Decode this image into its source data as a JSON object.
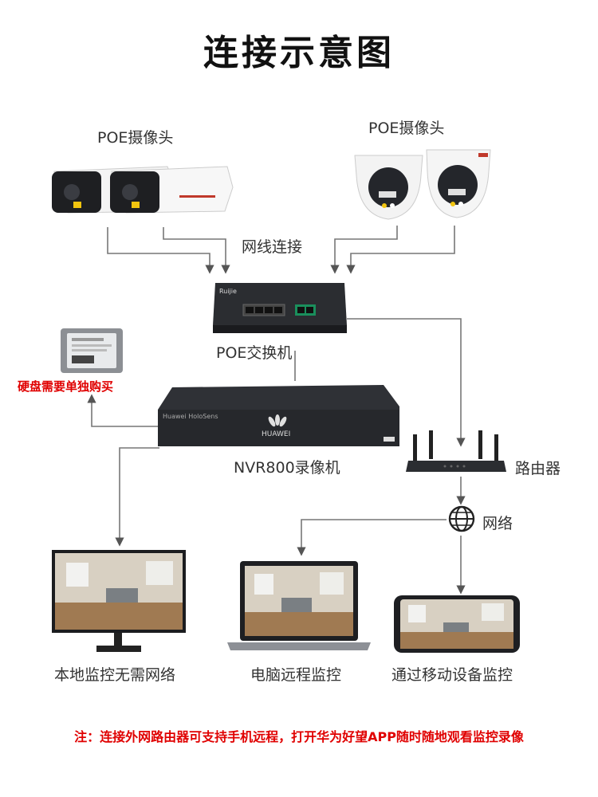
{
  "title": "连接示意图",
  "labels": {
    "poe_camera_left": "POE摄像头",
    "poe_camera_right": "POE摄像头",
    "cable_connection": "网线连接",
    "poe_switch": "POE交换机",
    "hdd_note": "硬盘需要单独购买",
    "nvr": "NVR800录像机",
    "router": "路由器",
    "network": "网络",
    "local_monitor": "本地监控无需网络",
    "pc_monitor": "电脑远程监控",
    "mobile_monitor": "通过移动设备监控"
  },
  "footer_note": "注：连接外网路由器可支持手机远程，打开华为好望APP随时随地观看监控录像",
  "device_text": {
    "switch_brand": "Ruijie",
    "nvr_brand": "Huawei HoloSens",
    "nvr_logo": "HUAWEI"
  },
  "colors": {
    "alert_red": "#e00000",
    "line_gray": "#666666",
    "device_dark": "#2b2d31"
  }
}
